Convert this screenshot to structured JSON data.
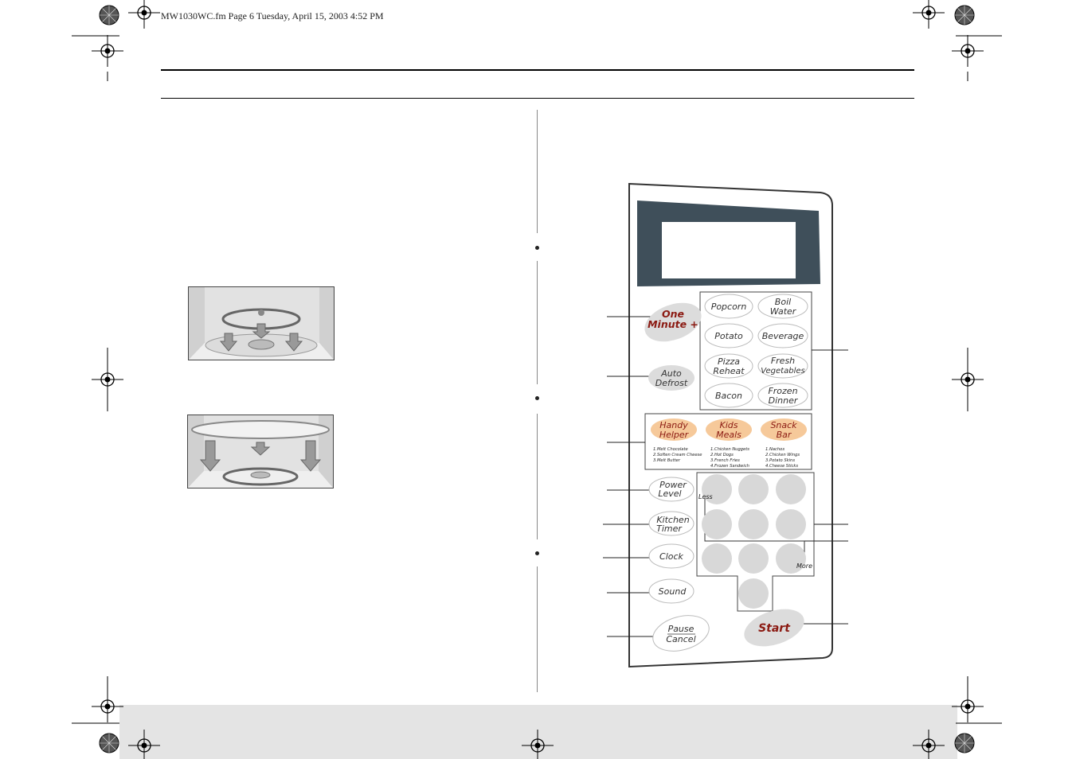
{
  "header": {
    "file_info": "MW1030WC.fm  Page 6  Tuesday, April 15, 2003  4:52 PM"
  },
  "control_panel": {
    "one_minute": [
      "One",
      "Minute +"
    ],
    "auto_defrost": [
      "Auto",
      "Defrost"
    ],
    "power_level": [
      "Power",
      "Level"
    ],
    "kitchen_timer": [
      "Kitchen",
      "Timer"
    ],
    "clock": "Clock",
    "sound": "Sound",
    "pause_cancel": [
      "Pause",
      "Cancel"
    ],
    "start": "Start",
    "sensor_buttons": [
      [
        "Popcorn"
      ],
      [
        "Boil",
        "Water"
      ],
      [
        "Potato"
      ],
      [
        "Beverage"
      ],
      [
        "Pizza",
        "Reheat"
      ],
      [
        "Fresh",
        "Vegetables"
      ],
      [
        "Bacon"
      ],
      [
        "Frozen",
        "Dinner"
      ]
    ],
    "special_buttons": [
      {
        "label": [
          "Handy",
          "Helper"
        ],
        "items": [
          "1.Melt Chocolate",
          "2.Soften Cream Cheese",
          "3.Melt Butter"
        ]
      },
      {
        "label": [
          "Kids",
          "Meals"
        ],
        "items": [
          "1.Chicken Nuggets",
          "2.Hot Dogs",
          "3.French Fries",
          "4.Frozen Sandwich"
        ]
      },
      {
        "label": [
          "Snack",
          "Bar"
        ],
        "items": [
          "1.Nachos",
          "2.Chicken Wings",
          "3.Potato Skins",
          "4.Cheese Sticks"
        ]
      }
    ],
    "less_label": "Less",
    "more_label": "More"
  }
}
